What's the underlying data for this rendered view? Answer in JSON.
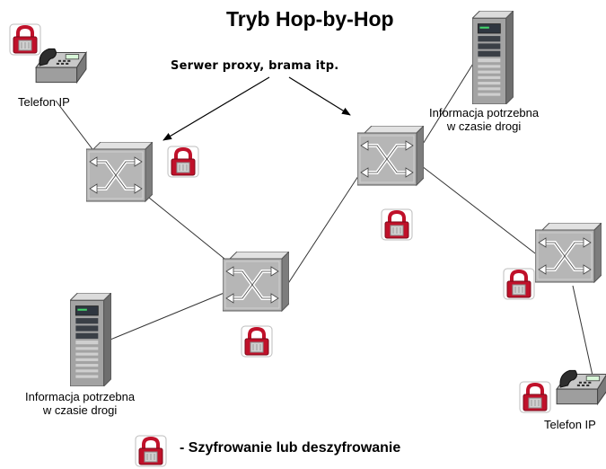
{
  "title": "Tryb Hop-by-Hop",
  "annotation": "Serwer proxy, brama itp.",
  "phone_label_left": "Telefon IP",
  "phone_label_right": "Telefon IP",
  "server_label_top": {
    "line1": "Informacja potrzebna",
    "line2": "w czasie drogi"
  },
  "server_label_bottom": {
    "line1": "Informacja potrzebna",
    "line2": "w czasie drogi"
  },
  "legend": {
    "icon": "lock-icon",
    "text": "- Szyfrowanie lub deszyfrowanie"
  },
  "colors": {
    "lock": "#c0112a",
    "switch": "#b4b4b4",
    "server": "#9a9a9a"
  }
}
